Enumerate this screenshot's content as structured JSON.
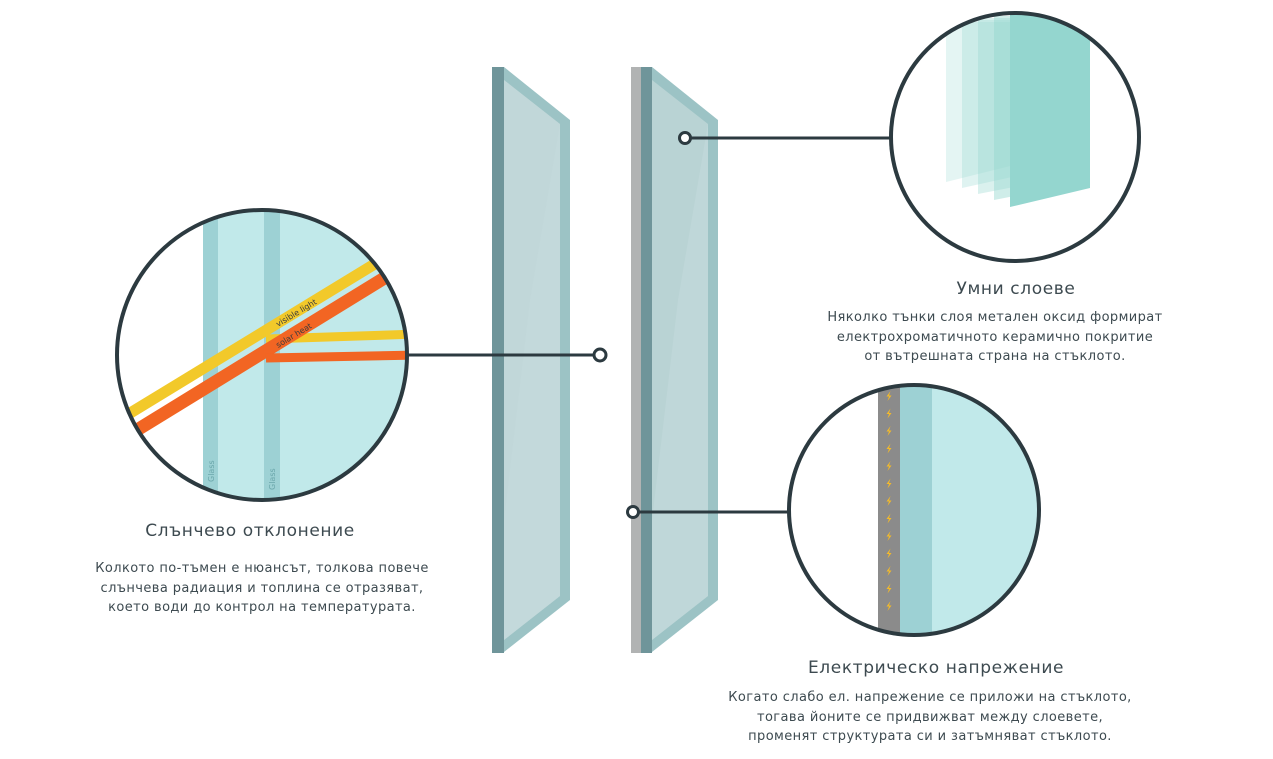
{
  "colors": {
    "glass_fill": "#b9d3d4",
    "glass_edge": "#6f959a",
    "glass_side": "#9cc3c5",
    "glass_face_light": "#c9dcdd",
    "coating": "#b1b3b3",
    "connector": "#2c3a40",
    "lens_bg": "#c1e9ea",
    "lens_glass": "#9dd1d4",
    "visible_light": "#f2c92a",
    "solar_heat": "#f26523",
    "electrode": "#8b8b8b",
    "spark": "#f2b92a",
    "layer_front": "#94d6cf",
    "text": "#3d4a50"
  },
  "solar": {
    "title": "Слънчево отклонение",
    "description": [
      "Колкото по-тъмен е нюансът, толкова повече",
      "слънчева радиация и топлина се отразяват,",
      "което води до контрол на температурата."
    ],
    "labels": {
      "visible_light": "visible light",
      "solar_heat": "solar heat",
      "glass_left": "Glass",
      "glass_right": "Glass"
    }
  },
  "layers": {
    "title": "Умни слоеве",
    "description": [
      "Няколко тънки слоя метален оксид формират",
      "електрохроматичното керамично покритие",
      "от вътрешната страна на стъклото."
    ]
  },
  "voltage": {
    "title": "Електрическо напрежение",
    "description": [
      "Когато слабо ел. напрежение се приложи на стъклото,",
      "тогава йоните се придвижват между слоевете,",
      "променят структурата си и затъмняват стъклото."
    ],
    "bolt_icon_count": 13
  }
}
